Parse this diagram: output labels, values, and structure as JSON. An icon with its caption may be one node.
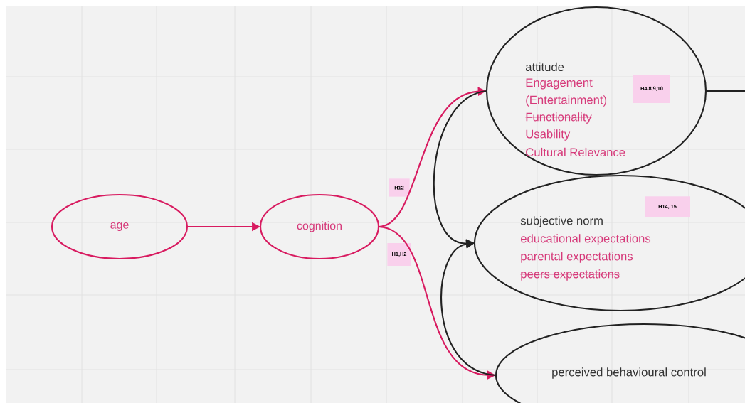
{
  "diagram": {
    "nodes": [
      {
        "text": [
          "age"
        ]
      },
      {
        "text": [
          "cognition"
        ]
      },
      {
        "text": [
          "attitude",
          "Engagement",
          "(Entertainment)",
          "Functionality",
          "Usability",
          "Cultural Relevance"
        ]
      },
      {
        "text": [
          "subjective norm",
          "educational expectations",
          "parental expectations",
          "peers expectations"
        ]
      },
      {
        "text": [
          "perceived behavioural control"
        ]
      },
      {
        "text": [
          "H12"
        ]
      },
      {
        "text": [
          "H1,H2"
        ]
      },
      {
        "text": [
          "H4,8,9,10"
        ],
        "in": 2
      },
      {
        "text": [
          "H14, 15"
        ],
        "in": 3
      }
    ],
    "edges": [
      {
        "from": 0,
        "to": 1,
        "arrow": "to",
        "color": "#d81b60"
      },
      {
        "from": 1,
        "to": 2,
        "arrow": "to",
        "color": "#d81b60"
      },
      {
        "from": 1,
        "to": 4,
        "arrow": "to",
        "color": "#d81b60"
      },
      {
        "from": 2,
        "to": 3,
        "arrow": "to",
        "color": "#222222"
      },
      {
        "from": 4,
        "to": 3,
        "arrow": "to",
        "color": "#222222"
      },
      {
        "from": 2,
        "to": null,
        "arrow": "none",
        "color": "#222222"
      }
    ]
  }
}
